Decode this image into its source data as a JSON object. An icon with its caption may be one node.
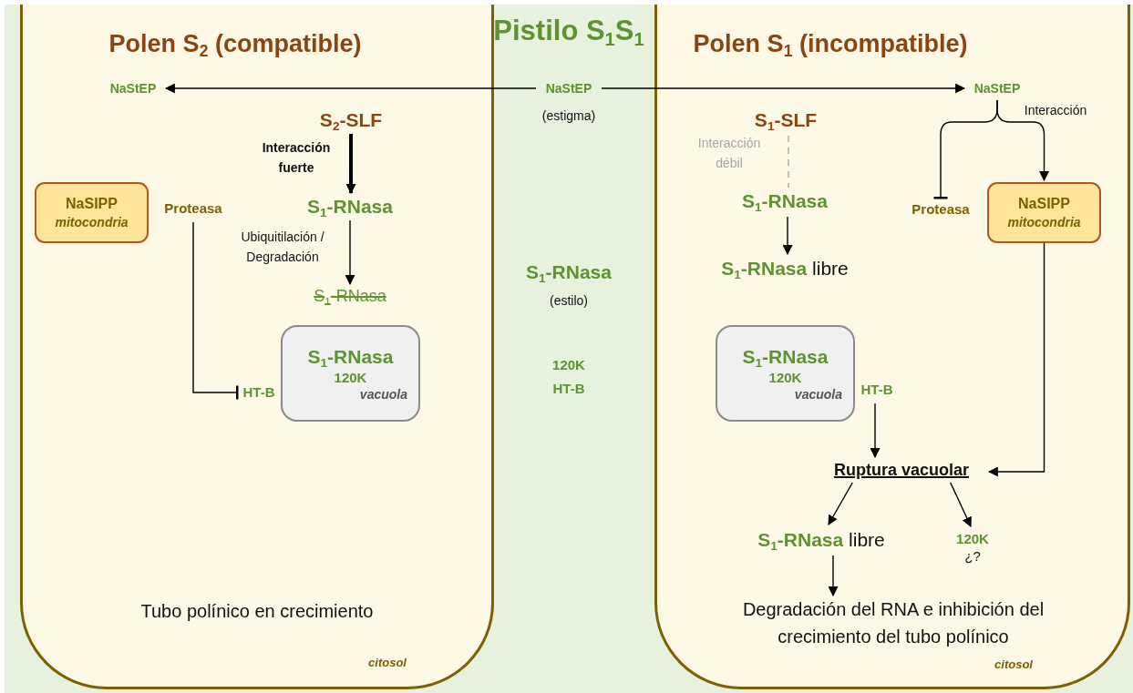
{
  "diagram": {
    "title": "Pistilo S$_{1}$S$_{1}$",
    "nodes": [
      {
        "text": [
          "Polen S$_{2}$ (compatible)"
        ]
      },
      {
        "text": [
          "Polen S$_{1}$ (incompatible)"
        ]
      },
      {
        "text": [
          "NaStEP"
        ],
        "beside": [
          "(estigma)"
        ]
      },
      {
        "text": [
          "NaStEP"
        ],
        "in": 0
      },
      {
        "text": [
          "NaStEP"
        ],
        "in": 1
      },
      {
        "text": [
          "S$_{2}$-SLF"
        ],
        "in": 0
      },
      {
        "text": [
          "S$_{1}$-RNasa"
        ],
        "in": 0
      },
      {
        "text": [
          "S$_{1}$-RNasa"
        ],
        "in": 0
      },
      {
        "text": [
          "NaSIPP",
          "mitocondria"
        ],
        "in": 0
      },
      {
        "text": [
          "Proteasa"
        ],
        "in": 0
      },
      {
        "text": [
          "S$_{1}$-RNasa",
          "120K",
          "vacuola"
        ],
        "in": 0
      },
      {
        "text": [
          "HT-B"
        ],
        "in": 0
      },
      {
        "text": [
          "S$_{1}$-RNasa"
        ],
        "beside": [
          "(estilo)"
        ]
      },
      {
        "text": [
          "S$_{1}$-SLF"
        ],
        "in": 1
      },
      {
        "text": [
          "S$_{1}$-RNasa"
        ],
        "in": 1
      },
      {
        "text": [
          "**S$_{1}$-RNasa** libre"
        ],
        "in": 1
      },
      {
        "text": [
          "Proteasa"
        ],
        "in": 1
      },
      {
        "text": [
          "NaSIPP",
          "mitocondria"
        ],
        "in": 1
      },
      {
        "text": [
          "S$_{1}$-RNasa",
          "120K",
          "vacuola"
        ],
        "in": 1
      },
      {
        "text": [
          "HT-B"
        ],
        "in": 1
      },
      {
        "text": [
          "Ruptura vacuolar"
        ],
        "in": 1
      },
      {
        "text": [
          "**S$_{1}$-RNasa** libre"
        ],
        "in": 1
      },
      {
        "text": [
          "120K",
          "¿?"
        ],
        "in": 1
      },
      {
        "text": [
          "Degradación del RNA e inhibición del crecimiento del tubo polínico"
        ],
        "in": 1
      }
    ],
    "edges": [
      {
        "from": 2,
        "to": 3,
        "arrow": "to"
      },
      {
        "from": 2,
        "to": 4,
        "arrow": "to"
      },
      {
        "from": 5,
        "to": 6,
        "arrow": "to",
        "style": "thick",
        "label": "Interacción fuerte"
      },
      {
        "from": 6,
        "to": 7,
        "arrow": "to",
        "label": "Ubiquitilación / Degradación"
      },
      {
        "from": 9,
        "to": 11,
        "arrow": "other"
      },
      {
        "from": 13,
        "to": 14,
        "arrow": "none",
        "style": "dashed",
        "color": "#a6a6a6",
        "label": "Interacción débil"
      },
      {
        "from": 14,
        "to": 15,
        "arrow": "to"
      },
      {
        "from": 4,
        "to": 16,
        "arrow": "other"
      },
      {
        "from": 4,
        "to": 17,
        "arrow": "to",
        "label": "Interacción"
      },
      {
        "from": 19,
        "to": 20,
        "arrow": "to"
      },
      {
        "from": 17,
        "to": 20,
        "arrow": "to"
      },
      {
        "from": 20,
        "to": 21,
        "arrow": "to"
      },
      {
        "from": 20,
        "to": 22,
        "arrow": "to"
      },
      {
        "from": 21,
        "to": 23,
        "arrow": "to"
      }
    ],
    "labels": [
      "120K",
      "HT-B",
      "Tubo polínico en crecimiento",
      "citosol",
      "citosol"
    ]
  }
}
